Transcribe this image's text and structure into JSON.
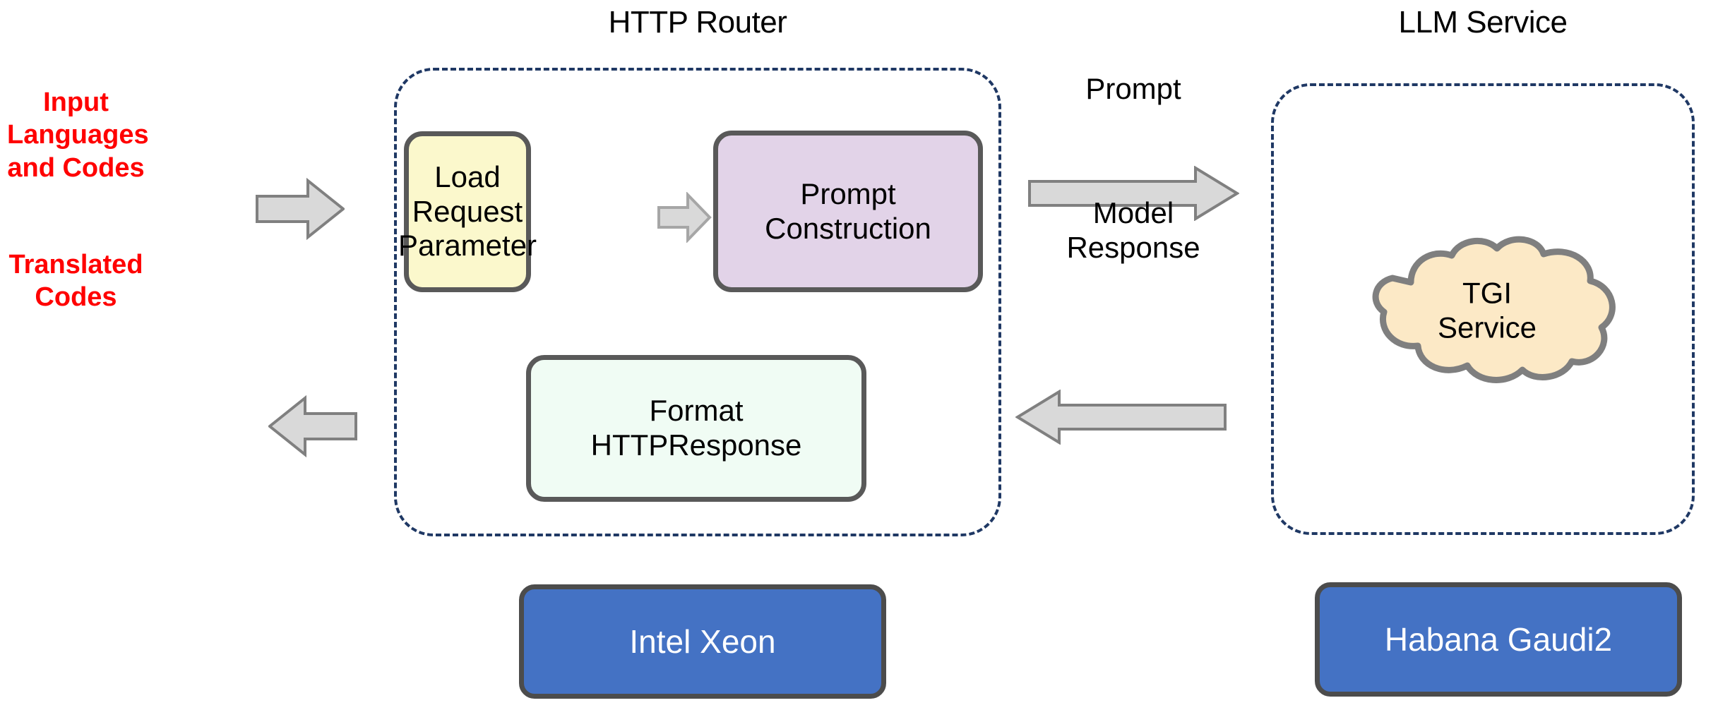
{
  "diagram": {
    "title_http_router": "HTTP Router",
    "title_llm_service": "LLM Service",
    "input_label": "Input\nLanguages\nand Codes",
    "output_label": "Translated\nCodes",
    "boxes": {
      "load_request_parameter": "Load\nRequest\nParameter",
      "prompt_construction": "Prompt\nConstruction",
      "format_http_response": "Format\nHTTPResponse",
      "tgi_service": "TGI\nService"
    },
    "hardware": {
      "cpu": "Intel Xeon",
      "accelerator": "Habana Gaudi2"
    },
    "flows": {
      "prompt": "Prompt",
      "model_response": "Model\nResponse"
    },
    "icons": {
      "input_arrow": "arrow-right-icon",
      "output_arrow": "arrow-left-icon",
      "inner_arrow": "arrow-right-icon",
      "prompt_arrow": "arrow-right-icon",
      "response_arrow": "arrow-left-icon",
      "cloud": "cloud-icon"
    },
    "colors": {
      "input_output_text": "#FF0000",
      "group_border": "#1F3864",
      "box_border": "#595959",
      "yellow_fill": "#FBF8CC",
      "purple_fill": "#E2D3E8",
      "mint_fill": "#F0FCF4",
      "cloud_fill": "#FCE9C6",
      "hardware_fill": "#4472C4",
      "arrow_fill": "#D9D9D9",
      "arrow_stroke": "#808080"
    }
  }
}
